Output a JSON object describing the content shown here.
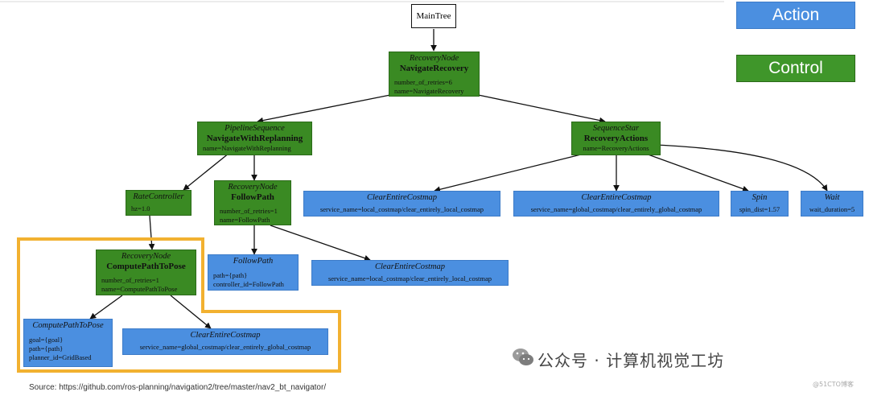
{
  "root": {
    "label": "MainTree"
  },
  "legend": {
    "action": "Action",
    "control": "Control"
  },
  "nodes": {
    "navigate_recovery": {
      "type": "RecoveryNode",
      "name": "NavigateRecovery",
      "params": [
        "number_of_retries=6",
        "name=NavigateRecovery"
      ]
    },
    "navigate_with_replanning": {
      "type": "PipelineSequence",
      "name": "NavigateWithReplanning",
      "params": [
        "name=NavigateWithReplanning"
      ]
    },
    "recovery_actions": {
      "type": "SequenceStar",
      "name": "RecoveryActions",
      "params": [
        "name=RecoveryActions"
      ]
    },
    "rate_controller": {
      "type": "RateController",
      "params": [
        "hz=1.0"
      ]
    },
    "follow_path_recovery": {
      "type": "RecoveryNode",
      "name": "FollowPath",
      "params": [
        "number_of_retries=1",
        "name=FollowPath"
      ]
    },
    "clear_local_top": {
      "type": "ClearEntireCostmap",
      "params": [
        "service_name=local_costmap/clear_entirely_local_costmap"
      ]
    },
    "clear_global_top": {
      "type": "ClearEntireCostmap",
      "params": [
        "service_name=global_costmap/clear_entirely_global_costmap"
      ]
    },
    "spin": {
      "type": "Spin",
      "params": [
        "spin_dist=1.57"
      ]
    },
    "wait": {
      "type": "Wait",
      "params": [
        "wait_duration=5"
      ]
    },
    "compute_path_recovery": {
      "type": "RecoveryNode",
      "name": "ComputePathToPose",
      "params": [
        "number_of_retries=1",
        "name=ComputePathToPose"
      ]
    },
    "follow_path_action": {
      "type": "FollowPath",
      "params": [
        "path={path}",
        "controller_id=FollowPath"
      ]
    },
    "clear_local_mid": {
      "type": "ClearEntireCostmap",
      "params": [
        "service_name=local_costmap/clear_entirely_local_costmap"
      ]
    },
    "compute_path_action": {
      "type": "ComputePathToPose",
      "params": [
        "goal={goal}",
        "path={path}",
        "planner_id=GridBased"
      ]
    },
    "clear_global_bottom": {
      "type": "ClearEntireCostmap",
      "params": [
        "service_name=global_costmap/clear_entirely_global_costmap"
      ]
    }
  },
  "source": "Source: https://github.com/ros-planning/navigation2/tree/master/nav2_bt_navigator/",
  "brand": "公众号 · 计算机视觉工坊",
  "watermark": "@51CTO博客",
  "colors": {
    "control": "#3a8a23",
    "action": "#4b8fe0",
    "highlight": "#f2b130",
    "edge": "#111111"
  }
}
